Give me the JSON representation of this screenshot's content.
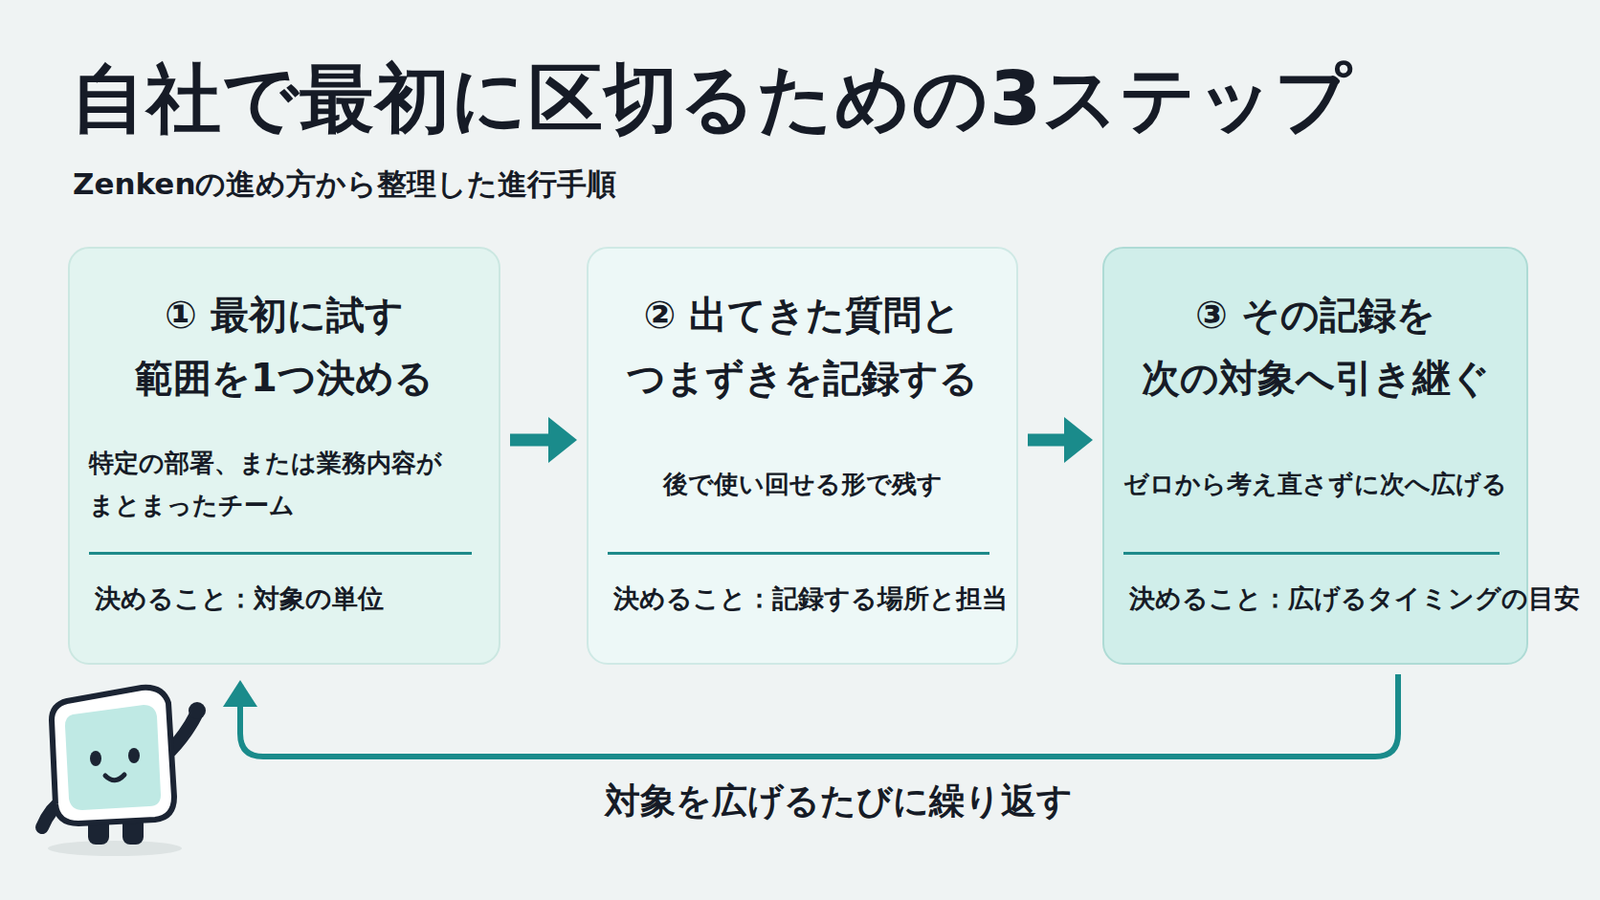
{
  "diagram": {
    "title": "自社で最初に区切るための3ステップ",
    "nodes": [
      {
        "text": [
          "① 最初に試す 範囲を1つ決める",
          "特定の部署、または業務内容が まとまったチーム",
          "決めること：対象の単位"
        ]
      },
      {
        "text": [
          "② 出てきた質問と つまずきを記録する",
          "後で使い回せる形で残す",
          "決めること：記録する場所と担当"
        ]
      },
      {
        "text": [
          "③ その記録を 次の対象へ引き継ぐ",
          "ゼロから考え直さずに次へ広げる",
          "決めること：広げるタイミングの目安"
        ]
      }
    ],
    "edges": [
      {
        "from": 0,
        "to": 1,
        "arrow": "to"
      },
      {
        "from": 1,
        "to": 2,
        "arrow": "to"
      },
      {
        "from": 2,
        "to": 0,
        "label": "対象を広げるたびに繰り返す",
        "arrow": "to"
      }
    ],
    "labels": [
      "Zenkenの進め方から整理した進行手順"
    ]
  }
}
